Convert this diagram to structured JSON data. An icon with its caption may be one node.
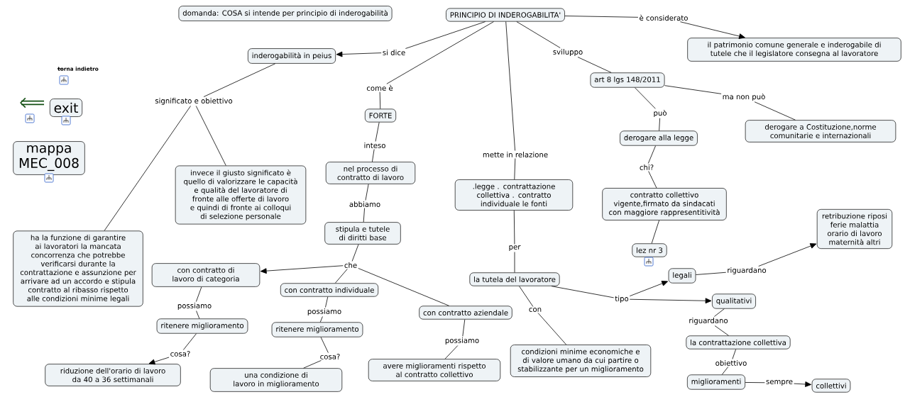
{
  "diagram": {
    "nodes": [
      {
        "text": [
          "domanda: COSA si intende per principio di inderogabilità"
        ]
      },
      {
        "text": [
          "PRINCIPIO DI INDEROGABILITA'"
        ]
      },
      {
        "text": [
          "exit"
        ]
      },
      {
        "text": [
          "mappa MEC_008"
        ]
      },
      {
        "text": [
          "inderogabilità in peius"
        ]
      },
      {
        "text": [
          "si dice"
        ]
      },
      {
        "text": [
          "è considerato"
        ]
      },
      {
        "text": [
          "il patrimonio comune generale e inderogabile di tutele che il legislatore consegna al lavoratore"
        ]
      },
      {
        "text": [
          "come è"
        ]
      },
      {
        "text": [
          "sviluppo"
        ]
      },
      {
        "text": [
          "art 8 lgs 148/2011"
        ]
      },
      {
        "text": [
          "significato e obiettivo"
        ]
      },
      {
        "text": [
          "FORTE"
        ]
      },
      {
        "text": [
          "ma non può"
        ]
      },
      {
        "text": [
          "può"
        ]
      },
      {
        "text": [
          "derogare a Costituzione,norme comunitarie e internazionali"
        ]
      },
      {
        "text": [
          "derogare alla legge"
        ]
      },
      {
        "text": [
          "inteso"
        ]
      },
      {
        "text": [
          "mette in relazione"
        ]
      },
      {
        "text": [
          "invece il giusto significato è quello di valorizzare le capacità e qualità del lavoratore di fronte alle offerte di lavoro e quindi di fronte ai colloqui di selezione personale"
        ]
      },
      {
        "text": [
          "nel processo di contratto di lavoro"
        ]
      },
      {
        "text": [
          "chi?"
        ]
      },
      {
        "text": [
          ".legge . contrattazione collettiva . contratto individuale le fonti"
        ]
      },
      {
        "text": [
          "contratto collettivo vigente,firmato da sindacati con maggiore rappresentitività"
        ]
      },
      {
        "text": [
          "abbiamo"
        ]
      },
      {
        "text": [
          "ha la funzione di garantire ai lavoratori la mancata concorrenza che potrebbe verificarsi durante la contrattazione e assunzione per arrivare ad un accordo e stipula contratto al ribasso rispetto alle condizioni minime legali"
        ]
      },
      {
        "text": [
          "retribuzione riposi ferie malattia orario di lavoro maternità altri"
        ]
      },
      {
        "text": [
          "stipula e tutele di diritti base"
        ]
      },
      {
        "text": [
          "lez nr 3"
        ]
      },
      {
        "text": [
          "per"
        ]
      },
      {
        "text": [
          "che"
        ]
      },
      {
        "text": [
          "con contratto di lavoro di categoria"
        ]
      },
      {
        "text": [
          "legali"
        ]
      },
      {
        "text": [
          "riguardano"
        ]
      },
      {
        "text": [
          "la tutela del lavoratore"
        ]
      },
      {
        "text": [
          "con contratto individuale"
        ]
      },
      {
        "text": [
          "tipo"
        ]
      },
      {
        "text": [
          "qualitativi"
        ]
      },
      {
        "text": [
          "con contratto aziendale"
        ]
      },
      {
        "text": [
          "con"
        ]
      },
      {
        "text": [
          "possiamo"
        ]
      },
      {
        "text": [
          "possiamo"
        ]
      },
      {
        "text": [
          "riguardano"
        ]
      },
      {
        "text": [
          "ritenere miglioramento"
        ]
      },
      {
        "text": [
          "ritenere miglioramento"
        ]
      },
      {
        "text": [
          "cosa?"
        ]
      },
      {
        "text": [
          "cosa?"
        ]
      },
      {
        "text": [
          "possiamo"
        ]
      },
      {
        "text": [
          "condizioni minime economiche e di valore umano da cui partire o stabilizzante per un miglioramento"
        ]
      },
      {
        "text": [
          "la contrattazione collettiva"
        ]
      },
      {
        "text": [
          "riduzione dell'orario di lavoro da 40 a 36 settimanali"
        ]
      },
      {
        "text": [
          "una condizione di lavoro in miglioramento"
        ]
      },
      {
        "text": [
          "avere miglioramenti rispetto al contratto collettivo"
        ]
      },
      {
        "text": [
          "obiettivo"
        ]
      },
      {
        "text": [
          "miglioramenti"
        ]
      },
      {
        "text": [
          "sempre"
        ]
      },
      {
        "text": [
          "collettivi"
        ]
      }
    ],
    "edges": [
      {
        "from": 1,
        "to": 5,
        "arrow": "none"
      },
      {
        "from": 5,
        "to": 4,
        "arrow": "to"
      },
      {
        "from": 1,
        "to": 6,
        "arrow": "none"
      },
      {
        "from": 6,
        "to": 7,
        "arrow": "to"
      },
      {
        "from": 1,
        "to": 8,
        "arrow": "none"
      },
      {
        "from": 8,
        "to": 12,
        "arrow": "none"
      },
      {
        "from": 1,
        "to": 9,
        "arrow": "none"
      },
      {
        "from": 9,
        "to": 10,
        "arrow": "none"
      },
      {
        "from": 1,
        "to": 18,
        "arrow": "none"
      },
      {
        "from": 18,
        "to": 22,
        "arrow": "none"
      },
      {
        "from": 4,
        "to": 11,
        "arrow": "none"
      },
      {
        "from": 11,
        "to": 25,
        "arrow": "none"
      },
      {
        "from": 11,
        "to": 19,
        "arrow": "none"
      },
      {
        "from": 12,
        "to": 17,
        "arrow": "none"
      },
      {
        "from": 17,
        "to": 20,
        "arrow": "none"
      },
      {
        "from": 20,
        "to": 24,
        "arrow": "none"
      },
      {
        "from": 24,
        "to": 27,
        "arrow": "none"
      },
      {
        "from": 27,
        "to": 30,
        "arrow": "none"
      },
      {
        "from": 30,
        "to": 31,
        "arrow": "to"
      },
      {
        "from": 30,
        "to": 35,
        "arrow": "none"
      },
      {
        "from": 30,
        "to": 38,
        "arrow": "none"
      },
      {
        "from": 31,
        "to": 40,
        "arrow": "none"
      },
      {
        "from": 40,
        "to": 43,
        "arrow": "none"
      },
      {
        "from": 43,
        "to": 45,
        "arrow": "none"
      },
      {
        "from": 45,
        "to": 50,
        "arrow": "to"
      },
      {
        "from": 35,
        "to": 41,
        "arrow": "none"
      },
      {
        "from": 41,
        "to": 44,
        "arrow": "none"
      },
      {
        "from": 44,
        "to": 46,
        "arrow": "none"
      },
      {
        "from": 46,
        "to": 51,
        "arrow": "none"
      },
      {
        "from": 38,
        "to": 47,
        "arrow": "none"
      },
      {
        "from": 47,
        "to": 52,
        "arrow": "none"
      },
      {
        "from": 10,
        "to": 13,
        "arrow": "none"
      },
      {
        "from": 13,
        "to": 15,
        "arrow": "none"
      },
      {
        "from": 10,
        "to": 14,
        "arrow": "none"
      },
      {
        "from": 14,
        "to": 16,
        "arrow": "none"
      },
      {
        "from": 16,
        "to": 21,
        "arrow": "none"
      },
      {
        "from": 21,
        "to": 23,
        "arrow": "none"
      },
      {
        "from": 23,
        "to": 28,
        "arrow": "none"
      },
      {
        "from": 22,
        "to": 29,
        "arrow": "none"
      },
      {
        "from": 29,
        "to": 34,
        "arrow": "none"
      },
      {
        "from": 34,
        "to": 39,
        "arrow": "none"
      },
      {
        "from": 39,
        "to": 48,
        "arrow": "none"
      },
      {
        "from": 34,
        "to": 36,
        "arrow": "none"
      },
      {
        "from": 36,
        "to": 32,
        "arrow": "to"
      },
      {
        "from": 36,
        "to": 37,
        "arrow": "to"
      },
      {
        "from": 32,
        "to": 33,
        "arrow": "none"
      },
      {
        "from": 33,
        "to": 26,
        "arrow": "to"
      },
      {
        "from": 37,
        "to": 42,
        "arrow": "none"
      },
      {
        "from": 42,
        "to": 49,
        "arrow": "none"
      },
      {
        "from": 49,
        "to": 53,
        "arrow": "none"
      },
      {
        "from": 53,
        "to": 54,
        "arrow": "none"
      },
      {
        "from": 54,
        "to": 55,
        "arrow": "none"
      },
      {
        "from": 55,
        "to": 56,
        "arrow": "to"
      }
    ],
    "labels": [
      "torna indietro"
    ]
  }
}
